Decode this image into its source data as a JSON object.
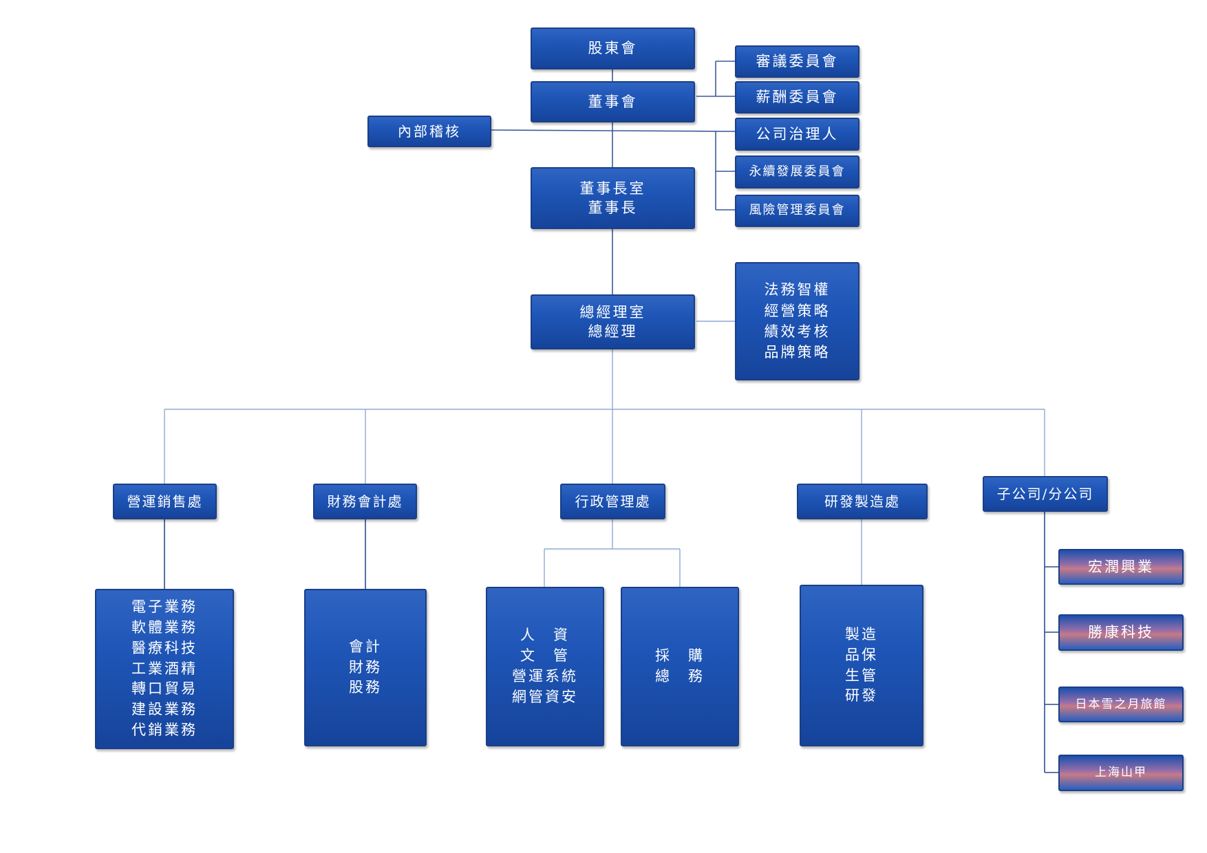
{
  "org": {
    "shareholders": "股東會",
    "board": "董事會",
    "audit": "內部稽核",
    "committees": {
      "review": "審議委員會",
      "remuneration": "薪酬委員會",
      "governance_officer": "公司治理人",
      "sustainability": "永續發展委員會",
      "risk": "風險管理委員會"
    },
    "chairman_office": [
      "董事長室",
      "董事長"
    ],
    "gm_office": [
      "總經理室",
      "總經理"
    ],
    "gm_staff": [
      "法務智權",
      "經營策略",
      "績效考核",
      "品牌策略"
    ],
    "divisions": {
      "sales": "營運銷售處",
      "finance": "財務會計處",
      "admin": "行政管理處",
      "rnd": "研發製造處",
      "subsidiaries": "子公司/分公司"
    },
    "sales_units": [
      "電子業務",
      "軟體業務",
      "醫療科技",
      "工業酒精",
      "轉口貿易",
      "建設業務",
      "代銷業務"
    ],
    "finance_units": [
      "會計",
      "財務",
      "股務"
    ],
    "admin_units_left": [
      "人　資",
      "文　管",
      "營運系統",
      "網管資安"
    ],
    "admin_units_right": [
      "採　購",
      "總　務"
    ],
    "rnd_units": [
      "製造",
      "品保",
      "生管",
      "研發"
    ],
    "subsidiary_units": {
      "s1": "宏潤興業",
      "s2": "勝康科技",
      "s3": "日本雪之月旅館",
      "s4": "上海山甲"
    }
  },
  "colors": {
    "box_blue": "#1e55b6",
    "box_border": "#1b3f86",
    "line_dark": "#1f3f7a",
    "line_light": "#8fa8d6",
    "subsidiary_accent": "#c77a86"
  }
}
